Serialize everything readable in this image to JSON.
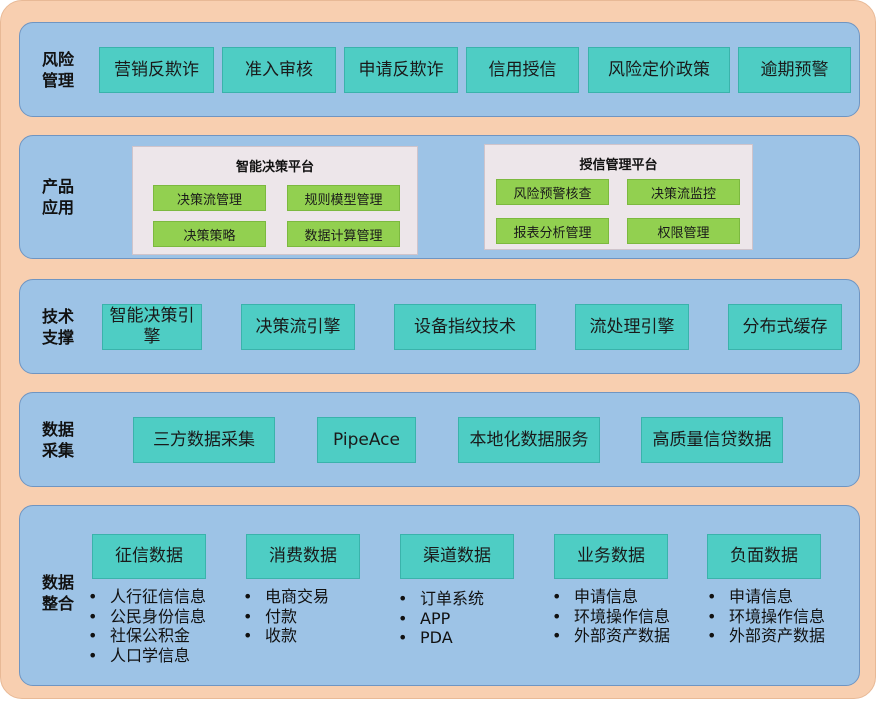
{
  "layers": {
    "risk": {
      "label": [
        "风险",
        "管理"
      ],
      "items": [
        "营销反欺诈",
        "准入审核",
        "申请反欺诈",
        "信用授信",
        "风险定价政策",
        "逾期预警"
      ]
    },
    "product": {
      "label": [
        "产品",
        "应用"
      ],
      "panels": [
        {
          "title": "智能决策平台",
          "items": [
            "决策流管理",
            "规则模型管理",
            "决策策略",
            "数据计算管理"
          ]
        },
        {
          "title": "授信管理平台",
          "items": [
            "风险预警核查",
            "决策流监控",
            "报表分析管理",
            "权限管理"
          ]
        }
      ]
    },
    "tech": {
      "label": [
        "技术",
        "支撑"
      ],
      "items": [
        "智能决策引擎",
        "决策流引擎",
        "设备指纹技术",
        "流处理引擎",
        "分布式缓存"
      ]
    },
    "collect": {
      "label": [
        "数据",
        "采集"
      ],
      "items": [
        "三方数据采集",
        "PipeAce",
        "本地化数据服务",
        "高质量信贷数据"
      ]
    },
    "integrate": {
      "label": [
        "数据",
        "整合"
      ],
      "groups": [
        {
          "title": "征信数据",
          "items": [
            "人行征信信息",
            "公民身份信息",
            "社保公积金",
            "人口学信息"
          ]
        },
        {
          "title": "消费数据",
          "items": [
            "电商交易",
            "付款",
            "收款"
          ]
        },
        {
          "title": "渠道数据",
          "items": [
            "订单系统",
            "APP",
            "PDA"
          ]
        },
        {
          "title": "业务数据",
          "items": [
            "申请信息",
            "环境操作信息",
            "外部资产数据"
          ]
        },
        {
          "title": "负面数据",
          "items": [
            "申请信息",
            "环境操作信息",
            "外部资产数据"
          ]
        }
      ]
    }
  }
}
